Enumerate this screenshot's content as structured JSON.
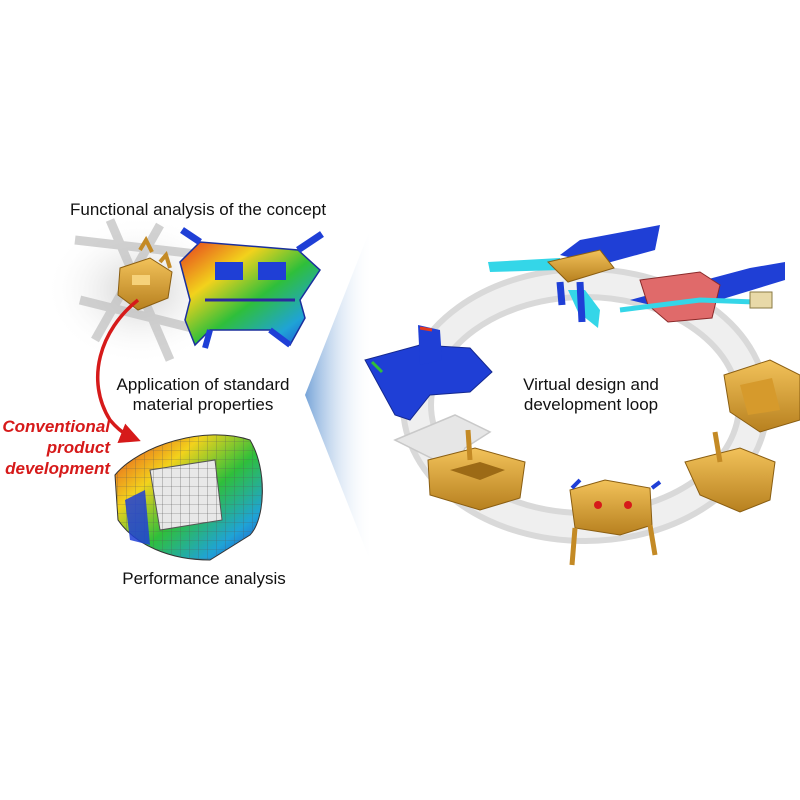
{
  "labels": {
    "functional_analysis": "Functional analysis of the concept",
    "application_line1": "Application of standard",
    "application_line2": "material properties",
    "performance_analysis": "Performance analysis",
    "virtual_line1": "Virtual design and",
    "virtual_line2": "development loop"
  },
  "conventional": {
    "line1": "Conventional",
    "line2": "product",
    "line3": "development"
  },
  "colors": {
    "conventional_red": "#d61a1a",
    "part_gold": "#e3a93a",
    "fea_blue": "#1f3fd6",
    "cyan_part": "#34d6e8",
    "loop_grey": "#d9d9d9"
  }
}
